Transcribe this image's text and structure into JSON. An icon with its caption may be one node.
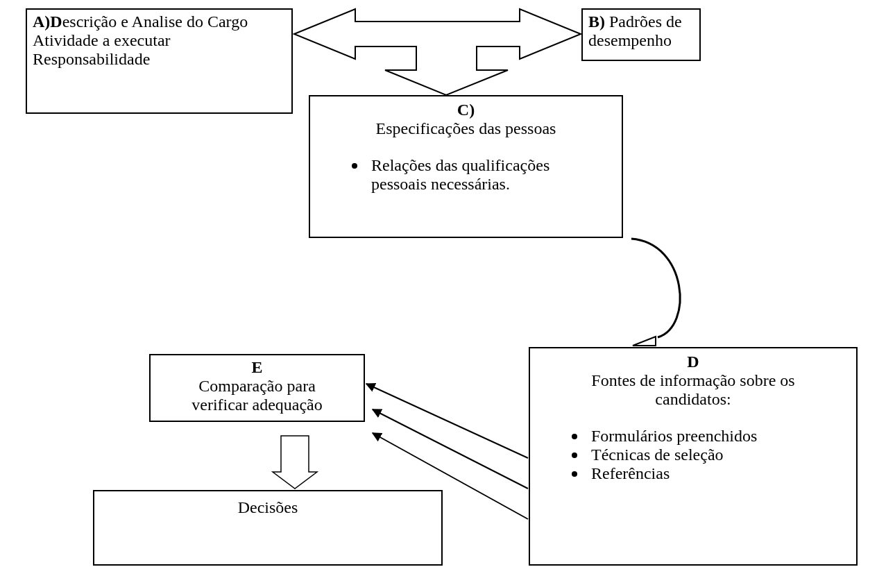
{
  "diagram": {
    "nodes": [
      {
        "text": [
          "**A)D**escrição e Analise do Cargo",
          "Atividade a executar",
          "Responsabilidade"
        ]
      },
      {
        "text": [
          "**B)** Padrões de desempenho"
        ]
      },
      {
        "text": [
          "C)",
          "Especificações das pessoas",
          "Relações das qualificações pessoais necessárias."
        ]
      },
      {
        "text": [
          "D",
          "Fontes de informação sobre os candidatos:",
          "Formulários preenchidos",
          "Técnicas de seleção",
          "Referências"
        ]
      },
      {
        "text": [
          "E",
          "Comparação para verificar adequação"
        ]
      },
      {
        "text": [
          "Decisões"
        ]
      }
    ],
    "edges": [
      {
        "from": 0,
        "to": 1,
        "arrow": "both"
      },
      {
        "from": 0,
        "to": 2,
        "arrow": "both"
      },
      {
        "from": 1,
        "to": 2,
        "arrow": "both"
      },
      {
        "from": 2,
        "to": 3,
        "arrow": "to"
      },
      {
        "from": 3,
        "to": 4,
        "arrow": "to"
      },
      {
        "from": 3,
        "to": 4,
        "arrow": "to"
      },
      {
        "from": 3,
        "to": 4,
        "arrow": "to"
      },
      {
        "from": 4,
        "to": 5,
        "arrow": "to"
      }
    ]
  }
}
